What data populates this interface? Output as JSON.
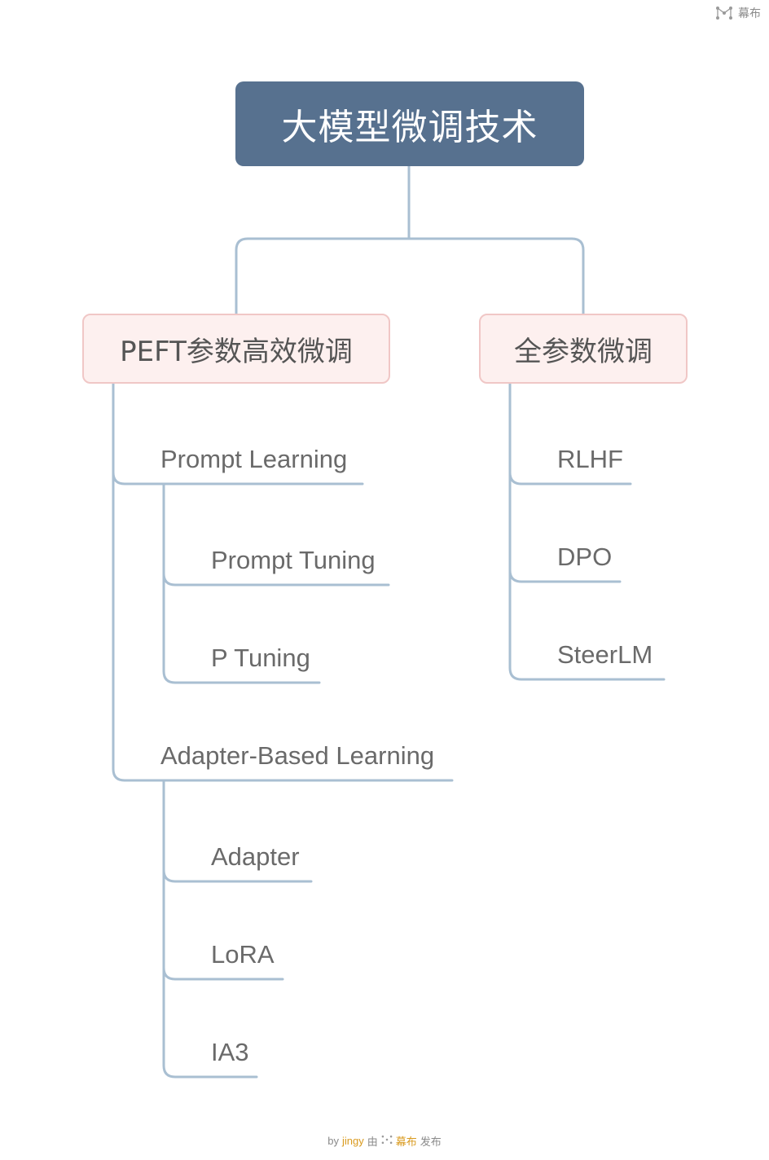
{
  "brand": {
    "icon": "mubu-logo-icon",
    "label": "幕布"
  },
  "root": {
    "label": "大模型微调技术"
  },
  "branches": [
    {
      "label": "PEFT参数高效微调",
      "groups": [
        {
          "label": "Prompt Learning",
          "items": [
            "Prompt Tuning",
            "P Tuning"
          ]
        },
        {
          "label": "Adapter-Based Learning",
          "items": [
            "Adapter",
            "LoRA",
            "IA3"
          ]
        }
      ]
    },
    {
      "label": "全参数微调",
      "items": [
        "RLHF",
        "DPO",
        "SteerLM"
      ]
    }
  ],
  "footer": {
    "by": "by",
    "author": "jingy",
    "via": "由",
    "platform": "幕布",
    "published": "发布"
  },
  "colors": {
    "root_bg": "#57718f",
    "branch_bg": "#fdf0ef",
    "branch_border": "#f0c7c6",
    "connector": "#a9bfd2",
    "text": "#6a6a6a"
  }
}
